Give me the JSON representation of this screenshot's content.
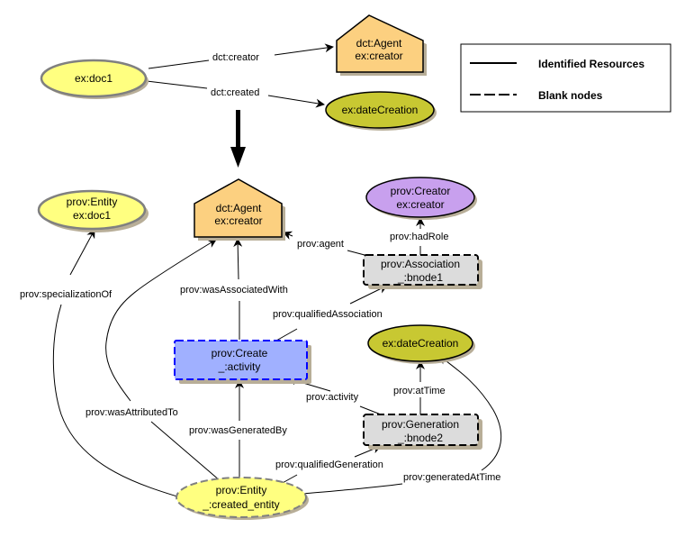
{
  "colors": {
    "entity": "#ffff80",
    "agent": "#fcd080",
    "literal": "#c8c832",
    "role": "#c8a0ee",
    "activity": "#a0b0ff",
    "activity_border": "#0000ff",
    "blank_box": "#dcdcdc",
    "shadow": "#b8ae98",
    "entity_border": "#808080"
  },
  "legend": {
    "items": [
      {
        "style": "solid",
        "label": "Identified Resources"
      },
      {
        "style": "dashed",
        "label": "Blank nodes"
      }
    ]
  },
  "top": {
    "nodes": {
      "doc1": "ex:doc1",
      "agent": [
        "dct:Agent",
        "ex:creator"
      ],
      "date": "ex:dateCreation"
    },
    "edges": {
      "creator": "dct:creator",
      "created": "dct:created"
    }
  },
  "bottom": {
    "nodes": {
      "entity_doc1": [
        "prov:Entity",
        "ex:doc1"
      ],
      "agent": [
        "dct:Agent",
        "ex:creator"
      ],
      "creator_role": [
        "prov:Creator",
        "ex:creator"
      ],
      "association": [
        "prov:Association",
        "_:bnode1"
      ],
      "date": "ex:dateCreation",
      "activity": [
        "prov:Create",
        "_:activity"
      ],
      "generation": [
        "prov:Generation",
        "_:bnode2"
      ],
      "created_entity": [
        "prov:Entity",
        "_:created_entity"
      ]
    },
    "edges": {
      "specializationOf": "prov:specializationOf",
      "wasAssociatedWith": "prov:wasAssociatedWith",
      "agent": "prov:agent",
      "hadRole": "prov:hadRole",
      "qualifiedAssociation": "prov:qualifiedAssociation",
      "activity": "prov:activity",
      "atTime": "prov:atTime",
      "wasAttributedTo": "prov:wasAttributedTo",
      "wasGeneratedBy": "prov:wasGeneratedBy",
      "qualifiedGeneration": "prov:qualifiedGeneration",
      "generatedAtTime": "prov:generatedAtTime"
    }
  }
}
